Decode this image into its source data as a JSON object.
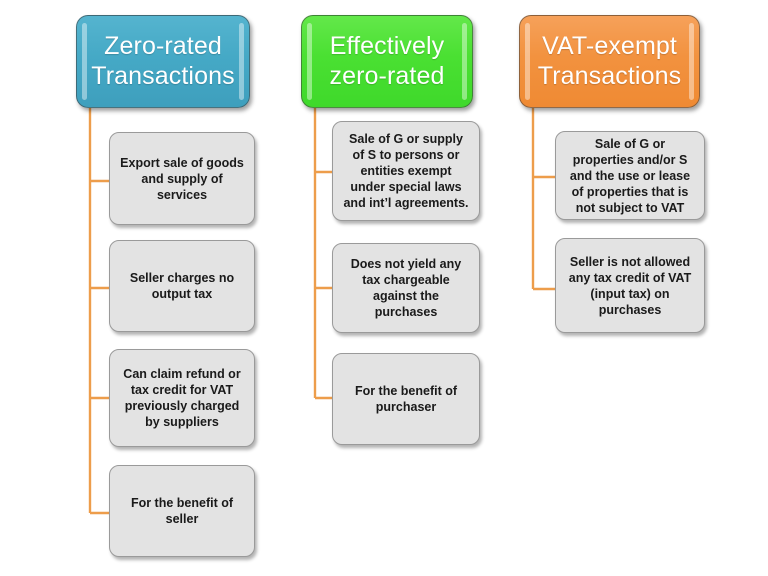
{
  "diagram": {
    "title_note": "VAT transaction classification chart",
    "connector_color": "#ED9D4B",
    "node_fill": "#E3E3E3",
    "node_border": "#9A9A9A",
    "columns": [
      {
        "id": "zero-rated",
        "header": {
          "label": "Zero-rated Transactions",
          "line1": "Zero-rated",
          "line2": "Transactions",
          "color": "#45A9C6"
        },
        "nodes": [
          {
            "text": "Export sale of goods and supply of services"
          },
          {
            "text": "Seller charges no output tax"
          },
          {
            "text": "Can claim refund or tax credit for VAT previously charged by suppliers"
          },
          {
            "text": "For the benefit of seller"
          }
        ]
      },
      {
        "id": "effectively-zero-rated",
        "header": {
          "label": "Effectively zero-rated",
          "line1": "Effectively",
          "line2": "zero-rated",
          "color": "#4AE032"
        },
        "nodes": [
          {
            "text": "Sale of G or supply of S to persons or entities exempt under special laws and int’l agreements."
          },
          {
            "text": "Does not yield any tax chargeable against the purchases"
          },
          {
            "text": "For the benefit of purchaser"
          }
        ]
      },
      {
        "id": "vat-exempt",
        "header": {
          "label": "VAT-exempt Transactions",
          "line1": "VAT-exempt",
          "line2": "Transactions",
          "color": "#F2923F"
        },
        "nodes": [
          {
            "text": "Sale of G or properties and/or S and the use or lease of properties that is not subject to VAT"
          },
          {
            "text": "Seller is not allowed any tax credit of VAT (input tax) on purchases"
          }
        ]
      }
    ]
  }
}
